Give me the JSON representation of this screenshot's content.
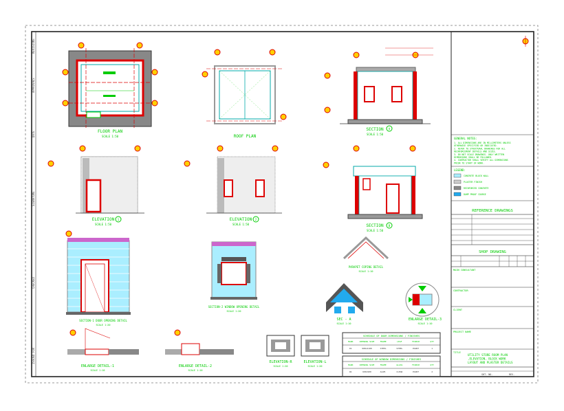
{
  "sheet": {
    "views": {
      "floor_plan": {
        "title": "FLOOR PLAN",
        "scale": "SCALE 1:50"
      },
      "roof_plan": {
        "title": "ROOF PLAN",
        "scale": ""
      },
      "section_a": {
        "title": "SECTION",
        "num": "A",
        "scale": "SCALE 1:50"
      },
      "elevation_1": {
        "title": "ELEVATION",
        "num": "1",
        "scale": "SCALE 1:50"
      },
      "elevation_2": {
        "title": "ELEVATION",
        "num": "2",
        "scale": "SCALE 1:50"
      },
      "section_b": {
        "title": "SECTION",
        "num": "B",
        "scale": "SCALE 1:50"
      },
      "section_1": {
        "title": "SECTION-1  DOOR OPENING DETAIL",
        "scale": "SCALE 1:20"
      },
      "section_2": {
        "title": "SECTION-2  WINDOW OPENING DETAIL",
        "scale": "SCALE 1:20"
      },
      "parapet": {
        "title": "PARAPET COPING DETAIL",
        "scale": "SCALE 1:10"
      },
      "sec_aa": {
        "title": "SEC - A",
        "scale": "SCALE 1:10"
      },
      "enlarge_3": {
        "title": "ENLARGE DETAIL-3",
        "scale": "SCALE 1:10"
      },
      "enlarge_1": {
        "title": "ENLARGE DETAIL-1",
        "scale": "SCALE 1:10"
      },
      "enlarge_2": {
        "title": "ENLARGE DETAIL-2",
        "scale": "SCALE 1:10"
      },
      "elev_r": {
        "title": "ELEVATION-R",
        "scale": "SCALE 1:20"
      },
      "elev_l": {
        "title": "ELEVATION-L",
        "scale": "SCALE 1:20"
      }
    },
    "schedule_1": {
      "title": "SCHEDULE OF DOOR DIMENSIONS / FINISHES",
      "headers": [
        "MARK",
        "OPENING SIZE",
        "FRAME",
        "LEAF",
        "FINISH",
        "QTY"
      ],
      "row": [
        "D1",
        "900x2100",
        "STEEL",
        "STEEL",
        "PAINT",
        "1"
      ]
    },
    "schedule_2": {
      "title": "SCHEDULE OF WINDOW DIMENSIONS / FINISHES",
      "headers": [
        "MARK",
        "OPENING SIZE",
        "FRAME",
        "GLASS",
        "FINISH",
        "QTY"
      ],
      "row": [
        "W1",
        "600x900",
        "ALUM.",
        "CLEAR",
        "PAINT",
        "2"
      ]
    },
    "notes": {
      "title": "GENERAL NOTES:",
      "lines": [
        "1. ALL DIMENSIONS ARE IN MILLIMETERS UNLESS",
        "   OTHERWISE SPECIFIED OR INDICATED.",
        "2. REFER TO STRUCTURAL DRAWINGS FOR ALL",
        "   REINFORCEMENT DETAILS AND SIZES.",
        "3. DO NOT SCALE DRAWINGS. ONLY WRITTEN",
        "   DIMENSIONS SHALL BE FOLLOWED.",
        "4. CONTRACTOR SHALL VERIFY ALL DIMENSIONS",
        "   PRIOR TO START OF WORK."
      ]
    },
    "legend": {
      "title": "LEGEND:",
      "items": [
        "CONCRETE BLOCK WALL",
        "PLASTER FINISH",
        "REINFORCED CONCRETE",
        "DAMP PROOF COURSE"
      ]
    },
    "title_block": {
      "reference": "REFERENCE DRAWINGS",
      "shop": "SHOP DRAWING",
      "consultant": "MAIN CONSULTANT",
      "contractor": "CONTRACTOR",
      "client": "CLIENT",
      "project": "PROJECT NAME",
      "drawing_title_label": "TITLE",
      "drawing_title": "UTILITY STORE  ROOM PLAN ,ELEVATION, BLOCK WORK LAYOUT AND PLASTER DETAILS",
      "sheet_label": "SHT. NO.",
      "rev_label": "REV."
    },
    "margin_labels": [
      "REVISIONS",
      "APPROVALS",
      "DATE",
      "SIGNATURE",
      "CHECKED",
      "ISSUED FOR"
    ]
  }
}
